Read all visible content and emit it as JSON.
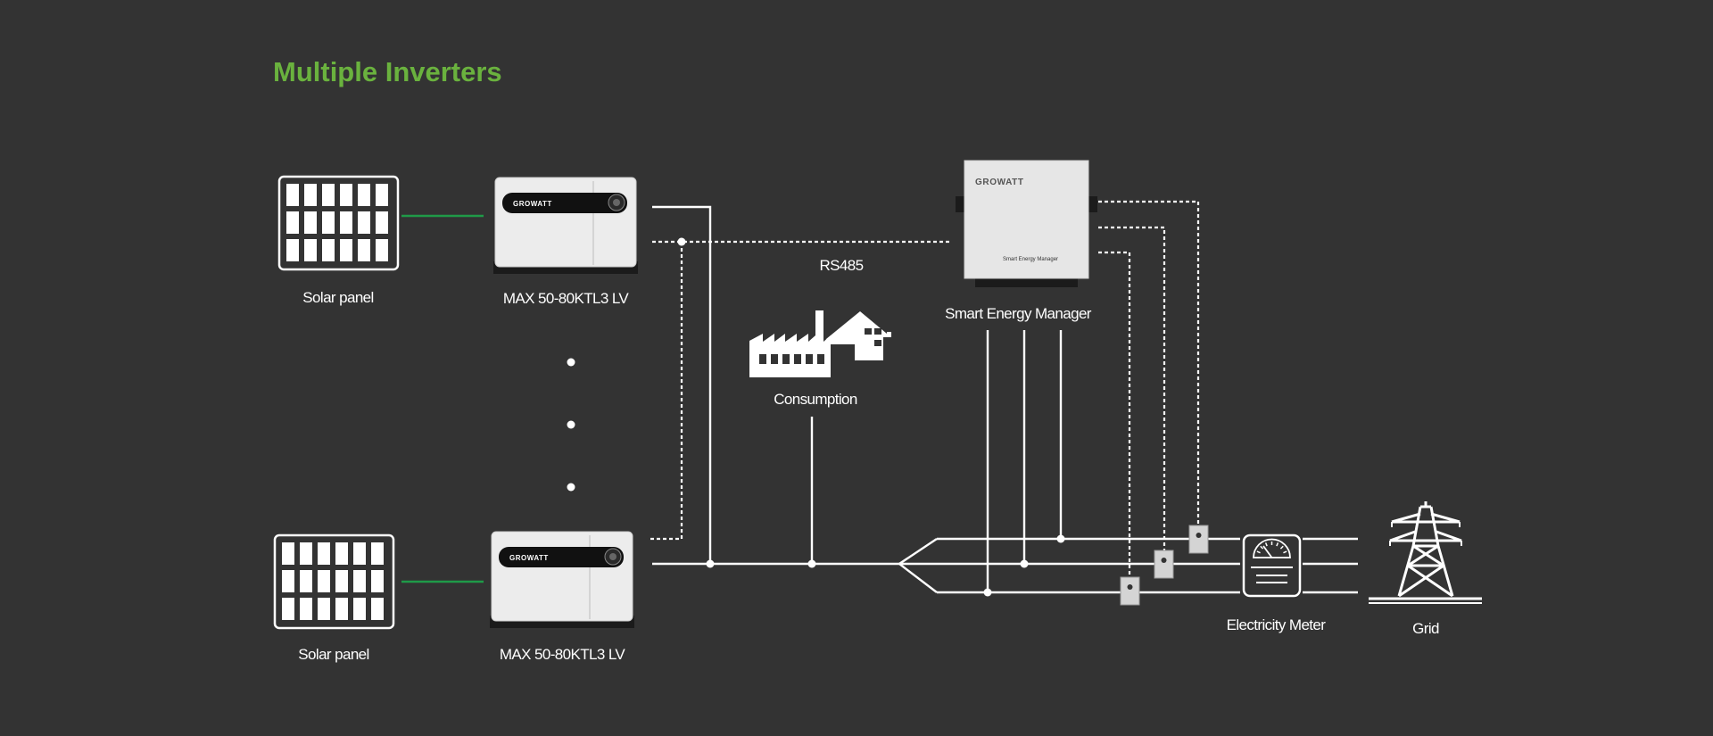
{
  "title": "Multiple Inverters",
  "colors": {
    "background": "#333333",
    "title": "#6ab23e",
    "pv_link": "#1f9a48",
    "line": "#ffffff"
  },
  "labels": {
    "solar_panel_top": "Solar panel",
    "solar_panel_bottom": "Solar panel",
    "inverter_top": "MAX 50-80KTL3 LV",
    "inverter_bottom": "MAX 50-80KTL3 LV",
    "rs485": "RS485",
    "smart_energy_manager": "Smart Energy Manager",
    "consumption": "Consumption",
    "electricity_meter": "Electricity Meter",
    "grid": "Grid"
  },
  "device_text": {
    "inverter_brand": "GROWATT",
    "sem_brand": "GROWATT",
    "sem_caption": "Smart Energy Manager"
  },
  "icons": [
    "solar-panel-icon",
    "inverter-icon",
    "smart-energy-manager-icon",
    "factory-house-icon",
    "current-transformer-icon",
    "electricity-meter-icon",
    "power-tower-icon"
  ]
}
